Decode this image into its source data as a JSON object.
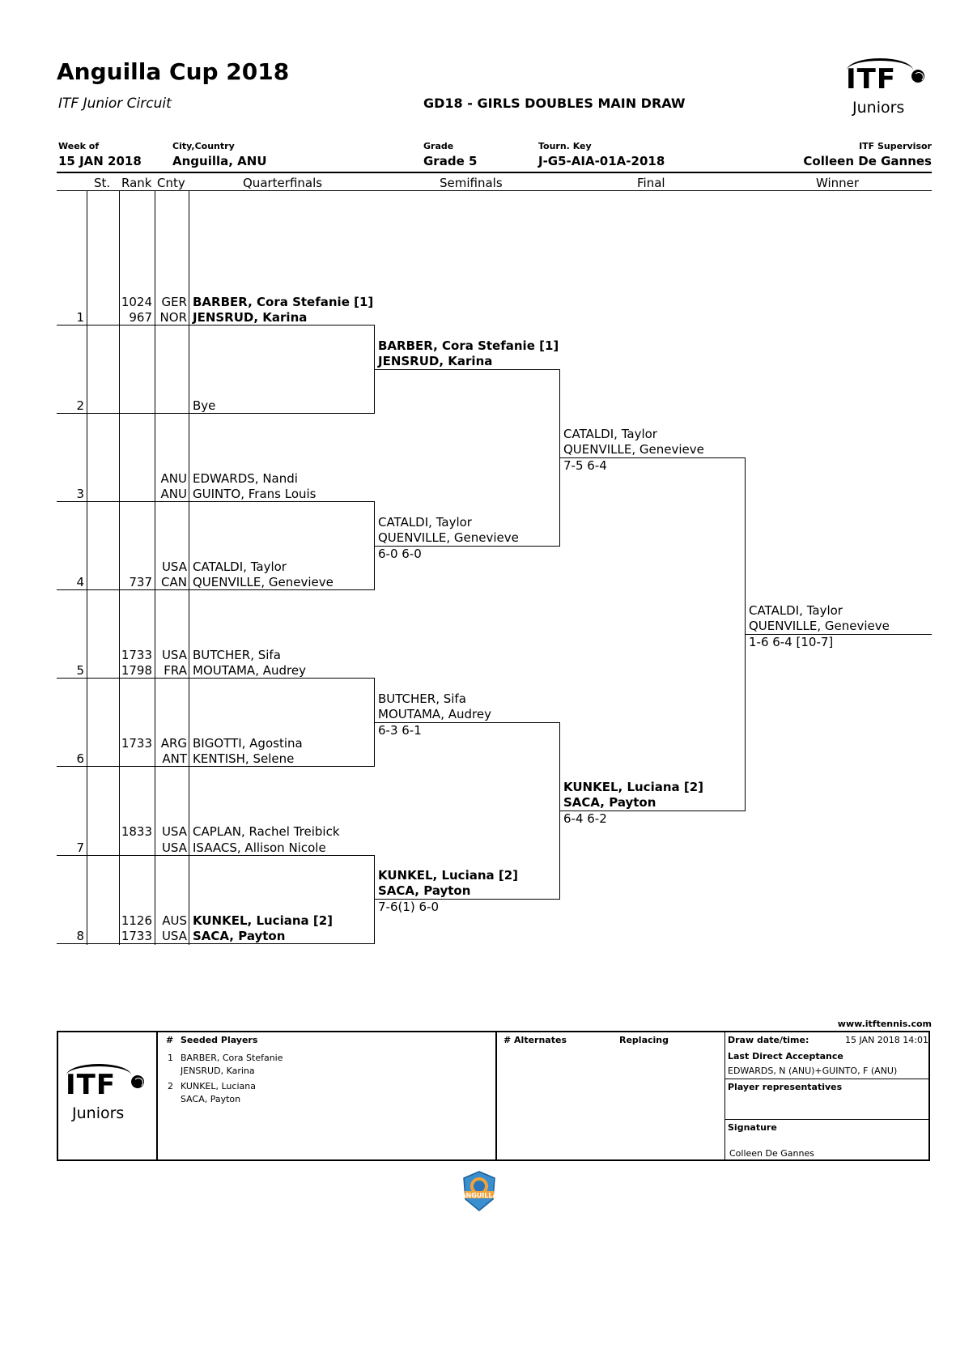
{
  "header": {
    "title": "Anguilla Cup 2018",
    "subtitle": "ITF Junior Circuit",
    "draw_name": "GD18 - GIRLS DOUBLES MAIN DRAW",
    "logo_text_1": "ITF",
    "logo_text_2": "Juniors"
  },
  "info": {
    "week_label": "Week of",
    "week_value": "15 JAN 2018",
    "city_label": "City,Country",
    "city_value": "Anguilla, ANU",
    "grade_label": "Grade",
    "grade_value": "Grade 5",
    "key_label": "Tourn. Key",
    "key_value": "J-G5-AIA-01A-2018",
    "supervisor_label": "ITF Supervisor",
    "supervisor_value": "Colleen De Gannes"
  },
  "columns": {
    "st": "St.",
    "rank": "Rank",
    "cnty": "Cnty",
    "qf": "Quarterfinals",
    "sf": "Semifinals",
    "final": "Final",
    "winner": "Winner"
  },
  "entries": [
    {
      "num": "1",
      "rank1": "1024",
      "rank2": "967",
      "cnty1": "GER",
      "cnty2": "NOR",
      "p1": "BARBER, Cora Stefanie [1]",
      "p2": "JENSRUD, Karina",
      "bold": true
    },
    {
      "num": "2",
      "rank1": "",
      "rank2": "",
      "cnty1": "",
      "cnty2": "",
      "p1": "",
      "p2": "Bye",
      "bold": false
    },
    {
      "num": "3",
      "rank1": "",
      "rank2": "",
      "cnty1": "ANU",
      "cnty2": "ANU",
      "p1": "EDWARDS, Nandi",
      "p2": "GUINTO, Frans Louis",
      "bold": false
    },
    {
      "num": "4",
      "rank1": "",
      "rank2": "737",
      "cnty1": "USA",
      "cnty2": "CAN",
      "p1": "CATALDI, Taylor",
      "p2": "QUENVILLE, Genevieve",
      "bold": false
    },
    {
      "num": "5",
      "rank1": "1733",
      "rank2": "1798",
      "cnty1": "USA",
      "cnty2": "FRA",
      "p1": "BUTCHER, Sifa",
      "p2": "MOUTAMA, Audrey",
      "bold": false
    },
    {
      "num": "6",
      "rank1": "1733",
      "rank2": "",
      "cnty1": "ARG",
      "cnty2": "ANT",
      "p1": "BIGOTTI, Agostina",
      "p2": "KENTISH, Selene",
      "bold": false
    },
    {
      "num": "7",
      "rank1": "1833",
      "rank2": "",
      "cnty1": "USA",
      "cnty2": "USA",
      "p1": "CAPLAN, Rachel Treibick",
      "p2": "ISAACS, Allison Nicole",
      "bold": false
    },
    {
      "num": "8",
      "rank1": "1126",
      "rank2": "1733",
      "cnty1": "AUS",
      "cnty2": "USA",
      "p1": "KUNKEL, Luciana [2]",
      "p2": "SACA, Payton",
      "bold": true
    }
  ],
  "quarterfinal_results": [
    {
      "p1": "BARBER, Cora Stefanie [1]",
      "p2": "JENSRUD, Karina",
      "score": "",
      "bold": true
    },
    {
      "p1": "CATALDI, Taylor",
      "p2": "QUENVILLE, Genevieve",
      "score": "6-0 6-0",
      "bold": false
    },
    {
      "p1": "BUTCHER, Sifa",
      "p2": "MOUTAMA, Audrey",
      "score": "6-3 6-1",
      "bold": false
    },
    {
      "p1": "KUNKEL, Luciana [2]",
      "p2": "SACA, Payton",
      "score": "7-6(1) 6-0",
      "bold": true
    }
  ],
  "semifinal_results": [
    {
      "p1": "CATALDI, Taylor",
      "p2": "QUENVILLE, Genevieve",
      "score": "7-5 6-4",
      "bold": false
    },
    {
      "p1": "KUNKEL, Luciana [2]",
      "p2": "SACA, Payton",
      "score": "6-4 6-2",
      "bold": true
    }
  ],
  "final_result": {
    "p1": "CATALDI, Taylor",
    "p2": "QUENVILLE, Genevieve",
    "score": "1-6 6-4 [10-7]"
  },
  "footer": {
    "website": "www.itftennis.com",
    "seeded_hash": "#",
    "seeded_title": "Seeded Players",
    "seeds": [
      {
        "num": "1",
        "p1": "BARBER, Cora Stefanie",
        "p2": "JENSRUD, Karina"
      },
      {
        "num": "2",
        "p1": "KUNKEL, Luciana",
        "p2": "SACA, Payton"
      }
    ],
    "alternates_title": "# Alternates",
    "replacing_title": "Replacing",
    "draw_date_label": "Draw date/time:",
    "draw_date_value": "15 JAN 2018 14:01",
    "lda_label": "Last Direct Acceptance",
    "lda_value": "EDWARDS, N (ANU)+GUINTO, F (ANU)",
    "rep_label": "Player representatives",
    "signature_label": "Signature",
    "signature_value": "Colleen De Gannes",
    "badge_text": "ANGUILLA"
  }
}
